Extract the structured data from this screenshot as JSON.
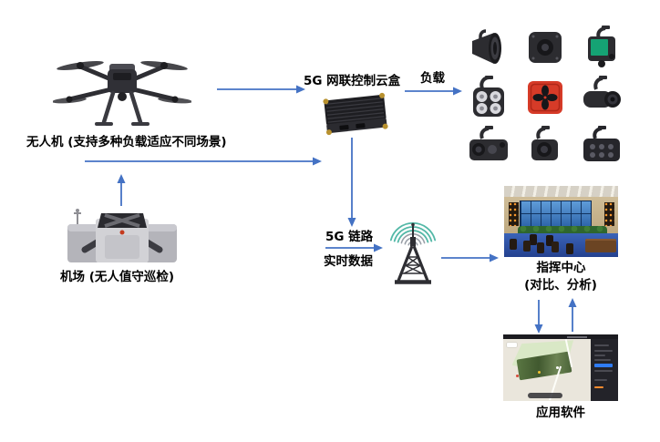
{
  "colors": {
    "arrow": "#4472C4",
    "tower_wave_teal": "#53B8A7",
    "payload_parachute_red": "#D63B28",
    "payload_screen_green": "#15A374"
  },
  "nodes": {
    "uav": {
      "label": "无人机 (支持多种负载适应不同场景)",
      "icon": "drone-icon"
    },
    "cloudbox": {
      "label": "5G 网联控制云盒",
      "icon": "5g-control-box-icon"
    },
    "payload": {
      "label": "负载",
      "items": [
        "speaker",
        "camera-module",
        "green-screen-detector",
        "spotlight",
        "parachute",
        "zoom-camera",
        "thermal-camera",
        "gimbal-camera",
        "multi-sensor"
      ]
    },
    "dock": {
      "label": "机场 (无人值守巡检)",
      "icon": "drone-dock-icon"
    },
    "link": {
      "line1": "5G 链路",
      "line2": "实时数据",
      "icon": "cell-tower-icon"
    },
    "command_center": {
      "line1": "指挥中心",
      "line2": "(对比、分析)",
      "icon": "command-center-photo"
    },
    "app": {
      "label": "应用软件",
      "icon": "app-software-screenshot"
    }
  }
}
